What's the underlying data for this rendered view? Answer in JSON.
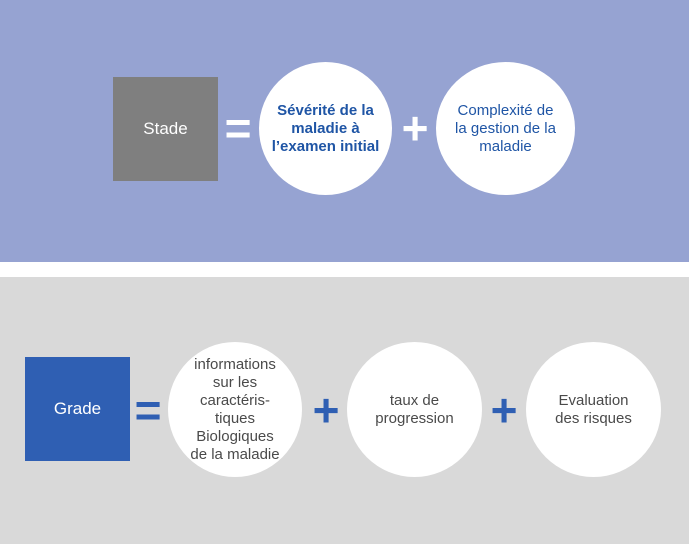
{
  "stade": {
    "label": "Stade",
    "equals": "=",
    "plus": "+",
    "terms": [
      "Sévérité de la\nmaladie à\nl’examen initial",
      "Complexité de\nla gestion de la\nmaladie"
    ]
  },
  "grade": {
    "label": "Grade",
    "equals": "=",
    "plus1": "+",
    "plus2": "+",
    "terms": [
      "informations\nsur les caractéris-\ntiques\nBiologiques\nde la maladie",
      "taux de\nprogression",
      "Evaluation\ndes risques"
    ]
  },
  "colors": {
    "top_background": "#96a3d2",
    "bottom_background": "#d9d9d9",
    "stade_box": "#7f7f7f",
    "grade_box": "#2f5fb3",
    "top_text": "#1f55a5"
  }
}
